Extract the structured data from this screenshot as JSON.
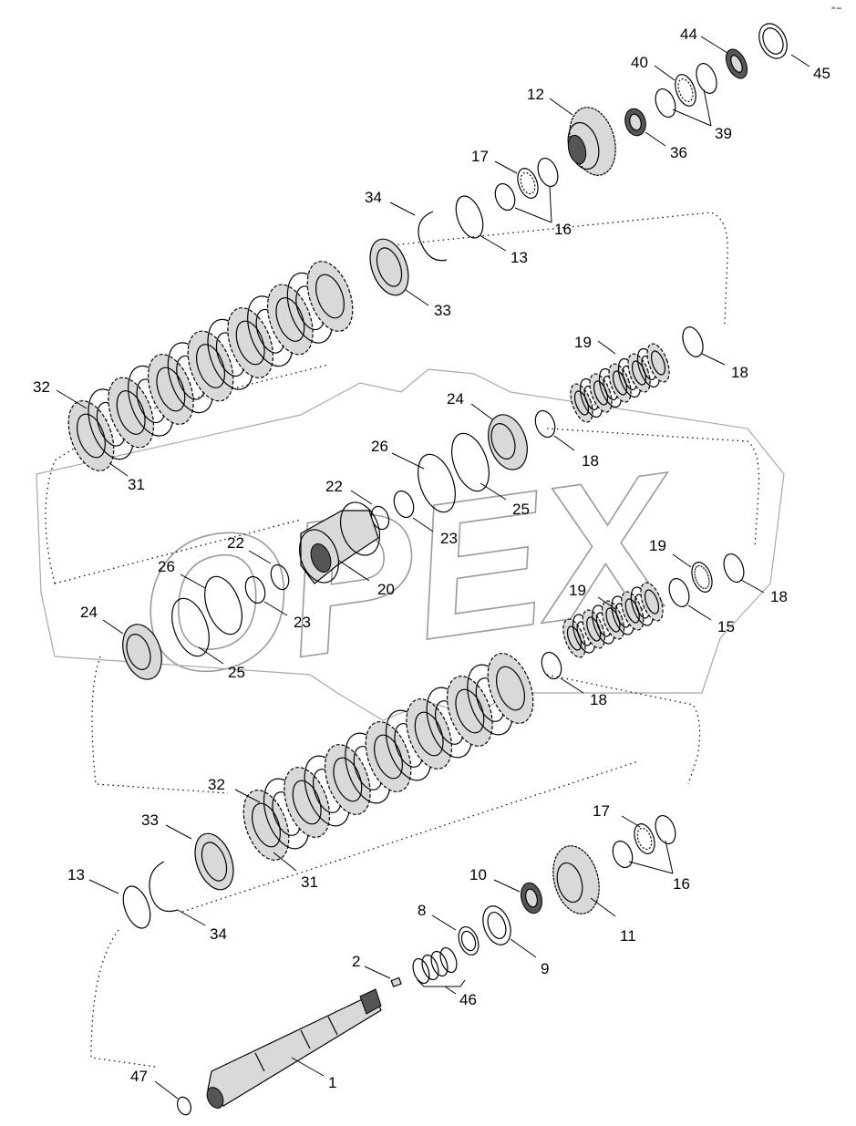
{
  "corner_code": "ᵈᴿ ᵉᵉᵉ",
  "watermark": "OPEX",
  "callouts": [
    {
      "id": "c44a",
      "text": "44"
    },
    {
      "id": "c45",
      "text": "45"
    },
    {
      "id": "c40",
      "text": "40"
    },
    {
      "id": "c39",
      "text": "39"
    },
    {
      "id": "c12",
      "text": "12"
    },
    {
      "id": "c36",
      "text": "36"
    },
    {
      "id": "c17a",
      "text": "17"
    },
    {
      "id": "c16a",
      "text": "16"
    },
    {
      "id": "c34a",
      "text": "34"
    },
    {
      "id": "c13a",
      "text": "13"
    },
    {
      "id": "c33a",
      "text": "33"
    },
    {
      "id": "c19a",
      "text": "19"
    },
    {
      "id": "c18a",
      "text": "18"
    },
    {
      "id": "c32a",
      "text": "32"
    },
    {
      "id": "c24a",
      "text": "24"
    },
    {
      "id": "c18b",
      "text": "18"
    },
    {
      "id": "c31a",
      "text": "31"
    },
    {
      "id": "c26a",
      "text": "26"
    },
    {
      "id": "c25a",
      "text": "25"
    },
    {
      "id": "c22a",
      "text": "22"
    },
    {
      "id": "c23a",
      "text": "23"
    },
    {
      "id": "c22b",
      "text": "22"
    },
    {
      "id": "c20",
      "text": "20"
    },
    {
      "id": "c26b",
      "text": "26"
    },
    {
      "id": "c23b",
      "text": "23"
    },
    {
      "id": "c19b",
      "text": "19"
    },
    {
      "id": "c18c",
      "text": "18"
    },
    {
      "id": "c19c",
      "text": "19"
    },
    {
      "id": "c15",
      "text": "15"
    },
    {
      "id": "c24b",
      "text": "24"
    },
    {
      "id": "c25b",
      "text": "25"
    },
    {
      "id": "c18d",
      "text": "18"
    },
    {
      "id": "c32b",
      "text": "32"
    },
    {
      "id": "c33b",
      "text": "33"
    },
    {
      "id": "c31b",
      "text": "31"
    },
    {
      "id": "c17b",
      "text": "17"
    },
    {
      "id": "c16b",
      "text": "16"
    },
    {
      "id": "c13b",
      "text": "13"
    },
    {
      "id": "c34b",
      "text": "34"
    },
    {
      "id": "c10",
      "text": "10"
    },
    {
      "id": "c8",
      "text": "8"
    },
    {
      "id": "c11",
      "text": "11"
    },
    {
      "id": "c9",
      "text": "9"
    },
    {
      "id": "c2",
      "text": "2"
    },
    {
      "id": "c46",
      "text": "46"
    },
    {
      "id": "c47",
      "text": "47"
    },
    {
      "id": "c1",
      "text": "1"
    }
  ]
}
